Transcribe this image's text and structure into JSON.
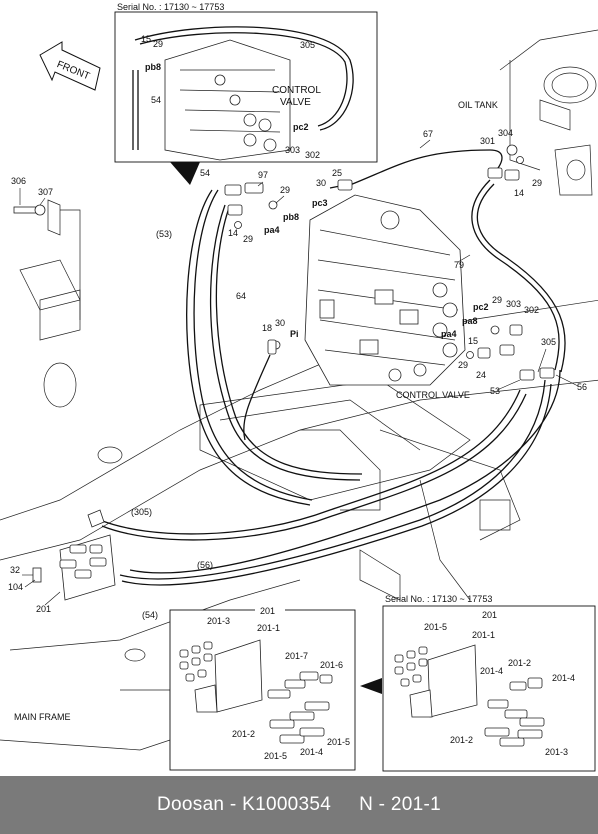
{
  "inset_top": {
    "serial": "Serial No. : 17130 ~ 17753",
    "valve_line1": "CONTROL",
    "valve_line2": "VALVE",
    "parts": [
      "15",
      "29",
      "pb8",
      "54",
      "305",
      "pc2",
      "303",
      "302"
    ]
  },
  "front_label": "FRONT",
  "oil_tank": "OIL TANK",
  "control_valve": "CONTROL VALVE",
  "main_frame": "MAIN FRAME",
  "callouts": {
    "p306": "306",
    "p307": "307",
    "p54": "54",
    "p97": "97",
    "p29a": "29",
    "pb8": "pb8",
    "p30a": "30",
    "p25": "25",
    "pc3": "pc3",
    "p67": "67",
    "p304": "304",
    "p301": "301",
    "p29b": "29",
    "p14a": "14",
    "p14b": "14",
    "p29c": "29",
    "pa4a": "pa4",
    "p53a": "(53)",
    "p64": "64",
    "p79": "79",
    "p18": "18",
    "p30b": "30",
    "pi": "Pi",
    "pc2": "pc2",
    "pa8": "pa8",
    "p29d": "29",
    "p303": "303",
    "p302": "302",
    "pa4b": "pa4",
    "p305": "305",
    "p15": "15",
    "p29e": "29",
    "p24": "24",
    "p53b": "53",
    "p56": "56",
    "p305b": "(305)",
    "p56b": "(56)",
    "p54b": "(54)",
    "p32": "32",
    "p104": "104",
    "p201": "201"
  },
  "detail_mid": {
    "title": "201",
    "labels": [
      "201-3",
      "201-1",
      "201-7",
      "201-6",
      "201-2",
      "201-5",
      "201-4",
      "201-5"
    ]
  },
  "detail_right": {
    "serial": "Serial No. : 17130 ~ 17753",
    "title": "201",
    "labels": [
      "201-5",
      "201-1",
      "201-2",
      "201-4",
      "201-4",
      "201-2",
      "201-3"
    ]
  },
  "footer": {
    "brand": "Doosan",
    "part_no": "K1000354",
    "page": "N - 201-1"
  },
  "colors": {
    "footer_bg": "#7a7a7a",
    "ink": "#111111"
  }
}
